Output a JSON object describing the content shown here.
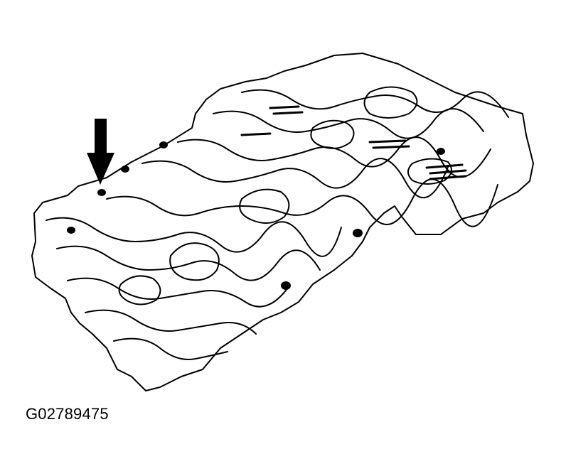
{
  "figure": {
    "id_label": "G02789475",
    "subject": "valve-body-separator-plate",
    "callouts": [
      {
        "icon": "arrow-down-icon",
        "points_to": "hole"
      }
    ]
  },
  "colors": {
    "line": "#000000",
    "background": "#ffffff"
  }
}
